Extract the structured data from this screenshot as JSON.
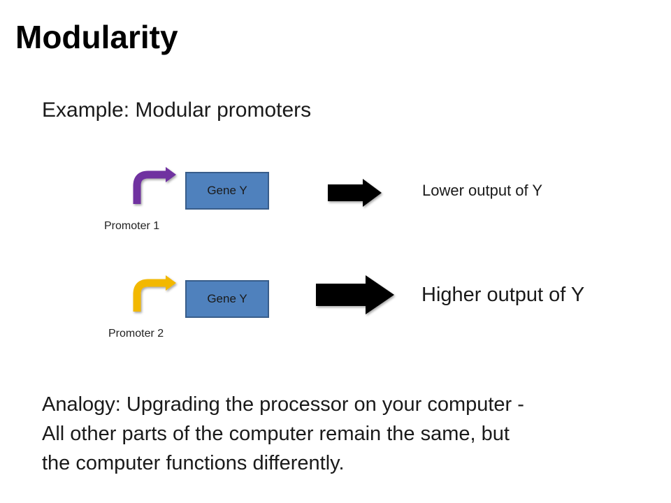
{
  "slide": {
    "title": "Modularity",
    "subtitle": "Example: Modular promoters"
  },
  "rows": [
    {
      "promoter_label": "Promoter 1",
      "promoter_color": "#7030a0",
      "gene_label": "Gene Y",
      "output_label": "Lower output of Y",
      "arrow_size": "small"
    },
    {
      "promoter_label": "Promoter 2",
      "promoter_color": "#f2b800",
      "gene_label": "Gene Y",
      "output_label": "Higher output of Y",
      "arrow_size": "large"
    }
  ],
  "colors": {
    "gene_fill": "#4f81bd",
    "gene_border": "#385d8a",
    "arrow": "#000000"
  },
  "analogy": {
    "line1": "Analogy: Upgrading the processor on your computer -",
    "line2": "All other parts of the computer remain the same, but",
    "line3": "the computer functions differently."
  }
}
